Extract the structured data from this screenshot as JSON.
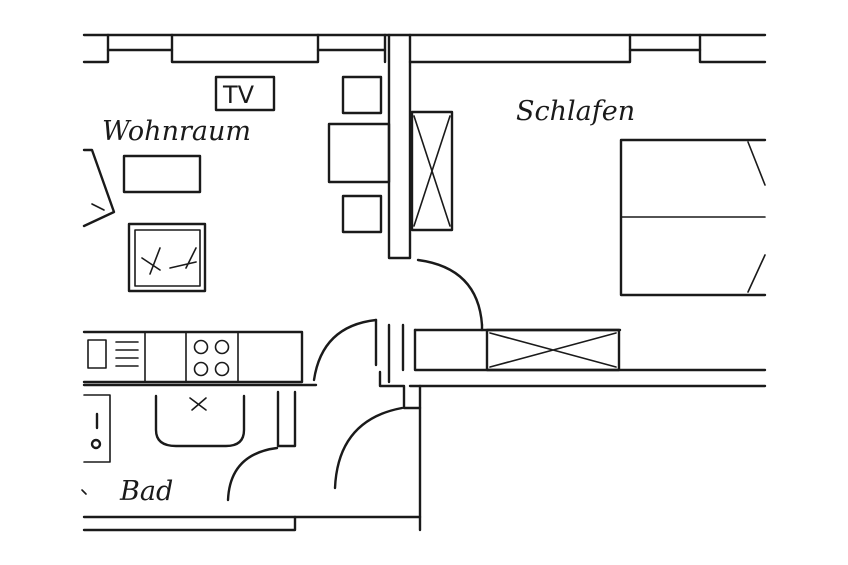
{
  "rooms": {
    "living": "Wohnraum",
    "bedroom": "Schlafen",
    "bath": "Bad"
  },
  "furniture": {
    "tv": "TV"
  }
}
